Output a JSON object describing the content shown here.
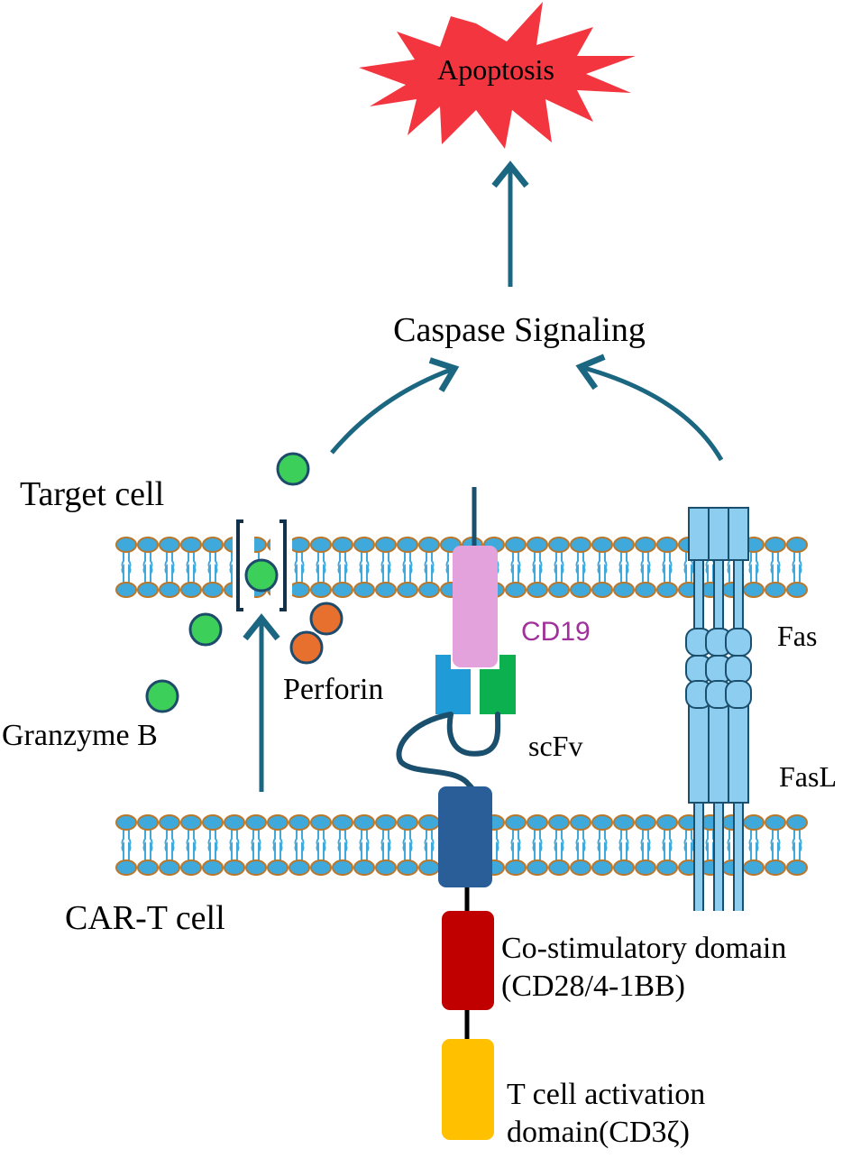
{
  "labels": {
    "apoptosis": "Apoptosis",
    "caspase": "Caspase Signaling",
    "target_cell": "Target cell",
    "car_t_cell": "CAR-T cell",
    "perforin": "Perforin",
    "granzyme_b": "Granzyme B",
    "cd19": "CD19",
    "scfv": "scFv",
    "fas": "Fas",
    "fasl": "FasL",
    "costim_line1": "Co-stimulatory domain",
    "costim_line2": "(CD28/4-1BB)",
    "activation_line1": "T cell activation",
    "activation_line2": "domain(CD3ζ)"
  },
  "colors": {
    "arrow": "#1b6680",
    "burst": "#f2353f",
    "lipid_head": "#3fa9dc",
    "lipid_head_border": "#b9772c",
    "granzyme": "#3ccf5a",
    "perforin": "#e8702f",
    "cd19": "#e3a2dc",
    "cd19_text": "#a0309a",
    "scfv_left": "#1f9bd7",
    "scfv_right": "#0cb04e",
    "transmembrane": "#2a5e99",
    "costim": "#c00000",
    "activation": "#ffc000",
    "fas": "#8dcdf0"
  }
}
